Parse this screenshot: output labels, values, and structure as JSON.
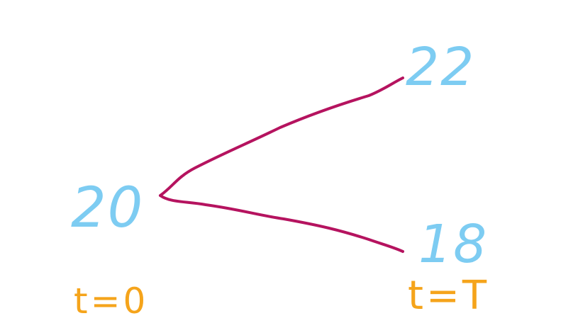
{
  "colors": {
    "branch": "#B5135F",
    "values": "#7DCCF2",
    "time": "#F5A41B",
    "background": "#FFFFFF"
  },
  "tree": {
    "root_value": "20",
    "up_value": "22",
    "down_value": "18"
  },
  "time_axis": {
    "start_label": "t=0",
    "end_label": "t=T"
  }
}
